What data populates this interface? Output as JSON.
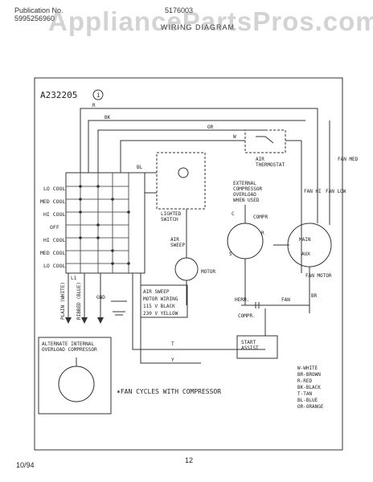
{
  "header": {
    "publication_label": "Publication No.",
    "publication_number": "5995256960",
    "model": "5176003",
    "title": "WIRING DIAGRAM",
    "watermark": "AppliancePartsPros.com"
  },
  "diagram": {
    "code": "A232205",
    "corner_symbol": "i",
    "switch_positions": [
      "LO COOL",
      "MED COOL",
      "HI COOL",
      "OFF",
      "HI COOL",
      "MED COOL",
      "LO COOL"
    ],
    "air_thermostat": "AIR\nTHERMOSTAT",
    "overload_note": "EXTERNAL\nCOMPRESSOR\nOVERLOAD\nWHEN USED",
    "lighted_switch": "LIGHTED\nSWITCH",
    "air_sweep": "AIR\nSWEEP",
    "motor": "MOTOR",
    "sweep_wiring": [
      "AIR SWEEP",
      "MOTOR WIRING",
      "115 V BLACK",
      "230 V YELLOW"
    ],
    "compressor": "COMPR",
    "fan_motor": "FAN MOTOR",
    "main": "MAIN",
    "aux": "AUX",
    "fan_hi": "FAN HI",
    "fan_low": "FAN LOW",
    "fan_med": "FAN MED",
    "herm": "HERM.",
    "fan": "FAN",
    "compr_cap": "COMPR.",
    "start_assist": "START\nASSIST",
    "plain": "PLAIN (WHITE)",
    "ribbed": "RIBBED (BLUE)",
    "gnd": "GND",
    "alt_overload": "ALTERNATE INTERNAL\nOVERLOAD COMPRESSOR",
    "fan_cycles": "✶FAN CYCLES WITH COMPRESSOR",
    "legend": [
      "W-WHITE",
      "BR-BROWN",
      "R-RED",
      "BK-BLACK",
      "T-TAN",
      "BL-BLUE",
      "OR-ORANGE"
    ],
    "wire_labels": {
      "R": "R",
      "BK": "BK",
      "OR": "OR",
      "W": "W",
      "BL": "BL",
      "T": "T",
      "BR": "BR",
      "Y": "Y",
      "L1": "L1",
      "C": "C",
      "R2": "R",
      "S": "S"
    }
  },
  "footer": {
    "date": "10/94",
    "page": "12"
  }
}
